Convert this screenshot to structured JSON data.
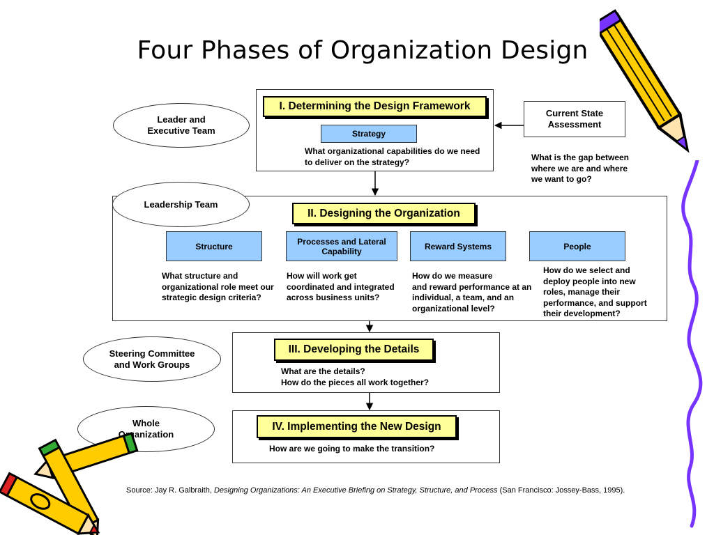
{
  "title": "Four Phases of Organization Design",
  "phase1": {
    "label": "I. Determining the Design Framework",
    "strategy": "Strategy",
    "question_line1": "What organizational capabilities do we need",
    "question_line2": "to deliver on the strategy?"
  },
  "current_state": {
    "label_line1": "Current State",
    "label_line2": "Assessment",
    "question_line1": "What is the gap between",
    "question_line2": "where we are and where",
    "question_line3": "we want to go?"
  },
  "phase2": {
    "label": "II. Designing the Organization",
    "boxes": [
      {
        "label_line1": "Structure",
        "label_line2": "",
        "q": [
          "What structure and",
          "organizational role meet our",
          "strategic design criteria?"
        ]
      },
      {
        "label_line1": "Processes and Lateral",
        "label_line2": "Capability",
        "q": [
          "How will work get",
          "coordinated and integrated",
          "across business units?"
        ]
      },
      {
        "label_line1": "Reward Systems",
        "label_line2": "",
        "q": [
          "How do we measure",
          "and reward performance at an",
          "individual, a team, and an",
          "organizational level?"
        ]
      },
      {
        "label_line1": "People",
        "label_line2": "",
        "q": [
          "How do we select and",
          "deploy people into new",
          "roles, manage their",
          "performance, and support",
          "their development?"
        ]
      }
    ]
  },
  "phase3": {
    "label": "III. Developing the Details",
    "question_line1": "What are the details?",
    "question_line2": "How do the pieces all work together?"
  },
  "phase4": {
    "label": "IV. Implementing the New Design",
    "question": "How are we going to make the transition?"
  },
  "actors": {
    "leader_line1": "Leader and",
    "leader_line2": "Executive Team",
    "leadership": "Leadership Team",
    "steering_line1": "Steering Committee",
    "steering_line2": "and Work Groups",
    "whole_line1": "Whole",
    "whole_line2": "Organization"
  },
  "source": {
    "prefix": "Source:  Jay R. Galbraith, ",
    "book": "Designing Organizations:  An Executive Briefing on Strategy, Structure, and Process",
    "suffix": " (San Francisco:  Jossey-Bass, 1995)."
  },
  "colors": {
    "phase_fill": "#ffff99",
    "box_fill": "#99ccff",
    "pencil_yellow": "#ffcc00",
    "pencil_purple": "#7733ff"
  },
  "icons": [
    "pencil-icon",
    "crayon-icon",
    "squiggle-line"
  ]
}
